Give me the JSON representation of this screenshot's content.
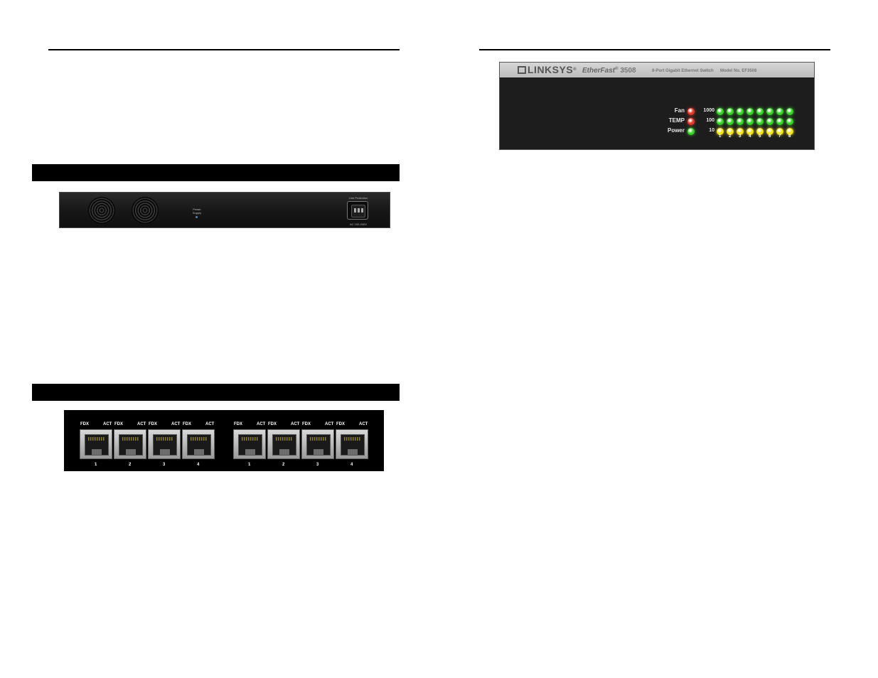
{
  "back_panel": {
    "power_label": "Power\nSupply",
    "socket_label": "Line Protection",
    "voltage_label": "AC 100-240V"
  },
  "port_panel": {
    "groups": [
      {
        "ports": [
          {
            "left_label": "FDX",
            "right_label": "ACT",
            "number": "1"
          },
          {
            "left_label": "FDX",
            "right_label": "ACT",
            "number": "2"
          },
          {
            "left_label": "FDX",
            "right_label": "ACT",
            "number": "3"
          },
          {
            "left_label": "FDX",
            "right_label": "ACT",
            "number": "4"
          }
        ]
      },
      {
        "ports": [
          {
            "left_label": "FDX",
            "right_label": "ACT",
            "number": "1"
          },
          {
            "left_label": "FDX",
            "right_label": "ACT",
            "number": "2"
          },
          {
            "left_label": "FDX",
            "right_label": "ACT",
            "number": "3"
          },
          {
            "left_label": "FDX",
            "right_label": "ACT",
            "number": "4"
          }
        ]
      }
    ]
  },
  "front_panel": {
    "logo": "LINKSYS",
    "logo_mark": "®",
    "brand": "EtherFast",
    "brand_mark": "®",
    "brand_number": "3508",
    "subtitle": "8-Port Gigabit Ethernet Switch",
    "model": "Model No. EF3508",
    "status_leds": [
      {
        "label": "Fan",
        "color": "#e23a2a"
      },
      {
        "label": "TEMP",
        "color": "#e23a2a"
      },
      {
        "label": "Power",
        "color": "#3ad12a"
      }
    ],
    "speed_rows": [
      {
        "label": "1000",
        "color": "#3ad12a"
      },
      {
        "label": "100",
        "color": "#3ad12a"
      },
      {
        "label": "10",
        "color": "#f2e21e"
      }
    ],
    "port_numbers": [
      "1",
      "2",
      "3",
      "4",
      "5",
      "6",
      "7",
      "8"
    ]
  }
}
